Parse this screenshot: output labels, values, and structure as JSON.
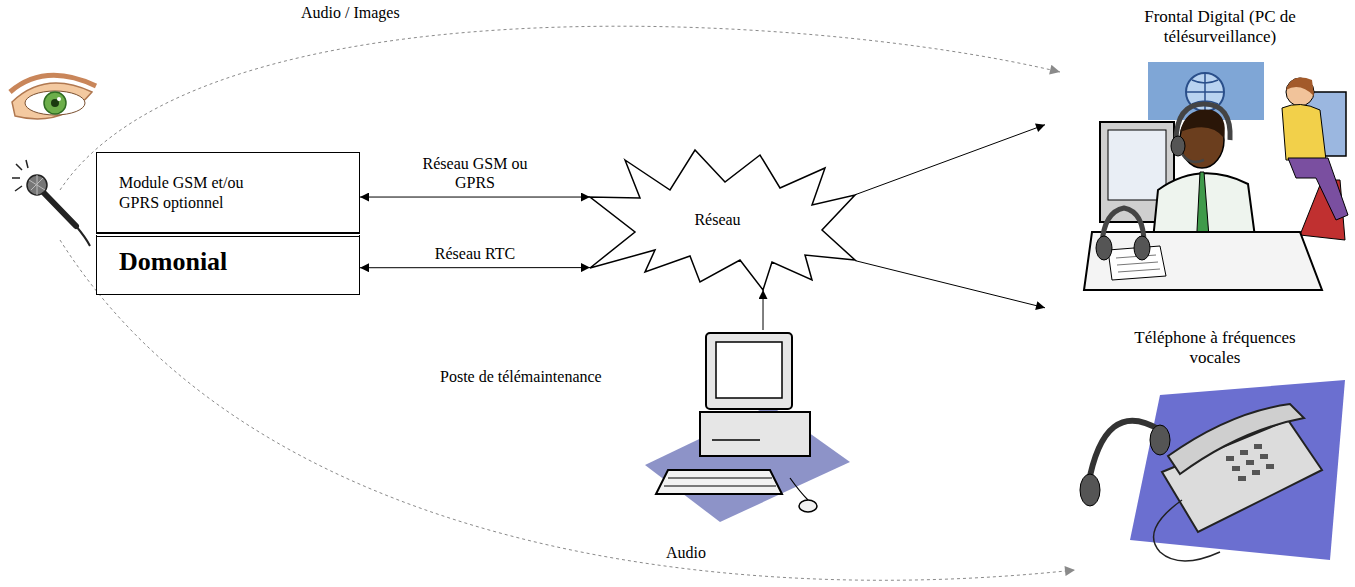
{
  "diagram": {
    "nodes": [
      {
        "text": [
          "Module GSM et/ou GPRS optionnel"
        ]
      },
      {
        "text": [
          "Domonial"
        ]
      },
      {
        "text": [
          "Réseau"
        ]
      },
      {
        "text": [
          "Frontal Digital (PC de télésurveillance)"
        ]
      },
      {
        "text": [
          "Téléphone à fréquences vocales"
        ]
      },
      {
        "text": [
          "Poste de télémaintenance"
        ]
      }
    ],
    "edges": [
      {
        "from": 0,
        "to": 2,
        "label": "Réseau GSM ou GPRS",
        "arrow": "both"
      },
      {
        "from": 1,
        "to": 2,
        "label": "Réseau RTC",
        "arrow": "both"
      },
      {
        "from": 2,
        "to": 3,
        "arrow": "to"
      },
      {
        "from": 2,
        "to": 4,
        "arrow": "to"
      },
      {
        "from": 5,
        "to": 2,
        "arrow": "to"
      }
    ],
    "labels": [
      "Audio / Images",
      "Audio"
    ]
  }
}
